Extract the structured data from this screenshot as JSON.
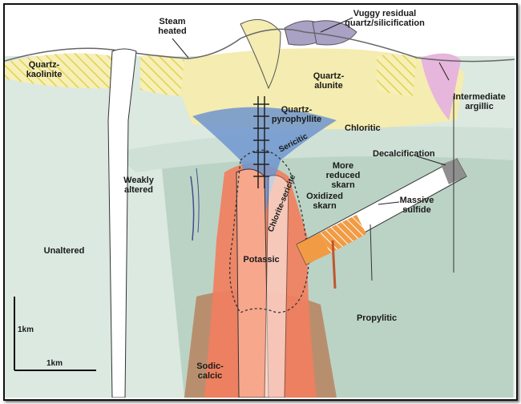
{
  "labels": {
    "vuggy_1": "Vuggy residual",
    "vuggy_2": "quartz/silicification",
    "steam_1": "Steam",
    "steam_2": "heated",
    "qk_1": "Quartz-",
    "qk_2": "kaolinite",
    "qa_1": "Quartz-",
    "qa_2": "alunite",
    "ia_1": "Intermediate",
    "ia_2": "argillic",
    "qp_1": "Quartz-",
    "qp_2": "pyrophyllite",
    "chloritic": "Chloritic",
    "sericitic": "Sericitic",
    "decalcification": "Decalcification",
    "wa_1": "Weakly",
    "wa_2": "altered",
    "mrs_1": "More",
    "mrs_2": "reduced",
    "mrs_3": "skarn",
    "chlorite_sericite": "Chlorite-sericite",
    "os_1": "Oxidized",
    "os_2": "skarn",
    "ms_1": "Massive",
    "ms_2": "sulfide",
    "unaltered": "Unaltered",
    "potassic": "Potassic",
    "propylitic": "Propylitic",
    "sc_1": "Sodic-",
    "sc_2": "calcic"
  },
  "scale": {
    "vertical": "1km",
    "horizontal": "1km"
  },
  "colors": {
    "quartz_kaolinite": "#f6efb8",
    "quartz_alunite": "#f4ecb0",
    "vuggy_silica": "#a9a2c4",
    "quartz_pyrophyllite": "#6f95cf",
    "intermediate_argillic": "#e6b6dc",
    "chloritic": "#cfe0d6",
    "propylitic": "#a9c6b5",
    "potassic": "#f07f5e",
    "sodic_calcic": "#b88f6e",
    "skarn": "#f29b45",
    "sulfide": "#8f8f8f"
  }
}
